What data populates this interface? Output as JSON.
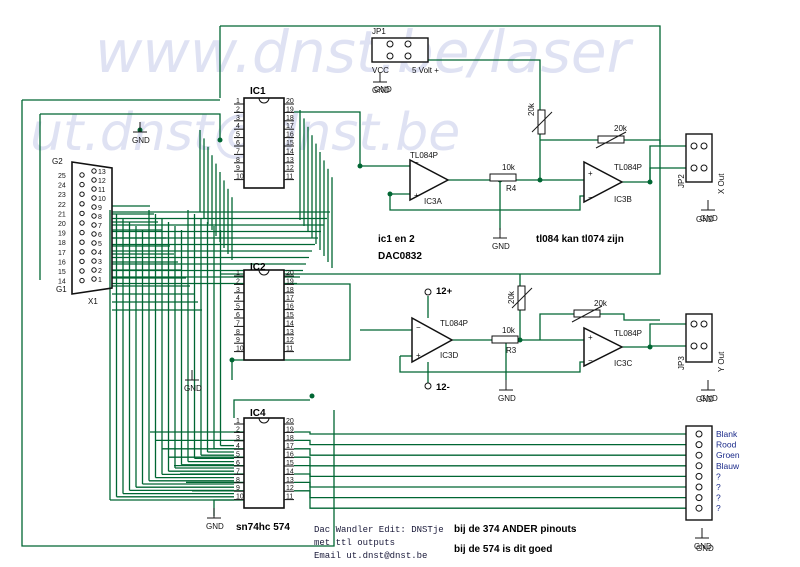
{
  "watermark": {
    "line1": "www.dnst.be/laser",
    "line2": "ut.dnst@dnst.be"
  },
  "ic1": {
    "name": "IC1"
  },
  "ic2": {
    "name": "IC2"
  },
  "ic4": {
    "name": "IC4",
    "part": "sn74hc 574"
  },
  "jp1": {
    "name": "JP1",
    "vcc": "VCC",
    "plus": "5 Volt +",
    "gnd": "GND"
  },
  "jp2": {
    "name": "JP2",
    "out": "X Out",
    "gnd": "GND"
  },
  "jp3": {
    "name": "JP3",
    "out": "Y Out",
    "gnd": "GND"
  },
  "opamps": {
    "ic3a": {
      "name": "IC3A",
      "part": "TL084P"
    },
    "ic3b": {
      "name": "IC3B",
      "part": "TL084P"
    },
    "ic3c": {
      "name": "IC3C",
      "part": "TL084P"
    },
    "ic3d": {
      "name": "IC3D",
      "part": "TL084P",
      "vpos": "12+",
      "vneg": "12-"
    }
  },
  "resistors": {
    "r4": "R4",
    "r3": "R3",
    "r4_val": "10k",
    "r3_val": "10k",
    "pot_val": "20k"
  },
  "db25": {
    "name": "X1",
    "g1": "G1",
    "g2": "G2",
    "pins_left": [
      "25",
      "24",
      "23",
      "22",
      "21",
      "20",
      "19",
      "18",
      "17",
      "16",
      "15",
      "14"
    ],
    "pins_right": [
      "13",
      "12",
      "11",
      "10",
      "9",
      "8",
      "7",
      "6",
      "5",
      "4",
      "3",
      "2",
      "1"
    ]
  },
  "gnd_label": "GND",
  "notes": {
    "ic_line1": "ic1 en 2",
    "ic_line2": "DAC0832",
    "tl084": "tl084 kan tl074 zijn",
    "author1": "Dac Wandler Edit: DNSTje",
    "author2": "met ttl outputs",
    "email": "Email     ut.dnst@dnst.be",
    "n374": "bij de 374 ANDER pinouts",
    "n574": "bij de 574 is dit goed"
  },
  "color_outputs": [
    "Blank",
    "Rood",
    "Groen",
    "Blauw",
    "?",
    "?",
    "?",
    "?"
  ],
  "ic_pins_left": [
    "1",
    "2",
    "3",
    "4",
    "5",
    "6",
    "7",
    "8",
    "9",
    "10"
  ],
  "ic_pins_right": [
    "20",
    "19",
    "18",
    "17",
    "16",
    "15",
    "14",
    "13",
    "12",
    "11"
  ]
}
